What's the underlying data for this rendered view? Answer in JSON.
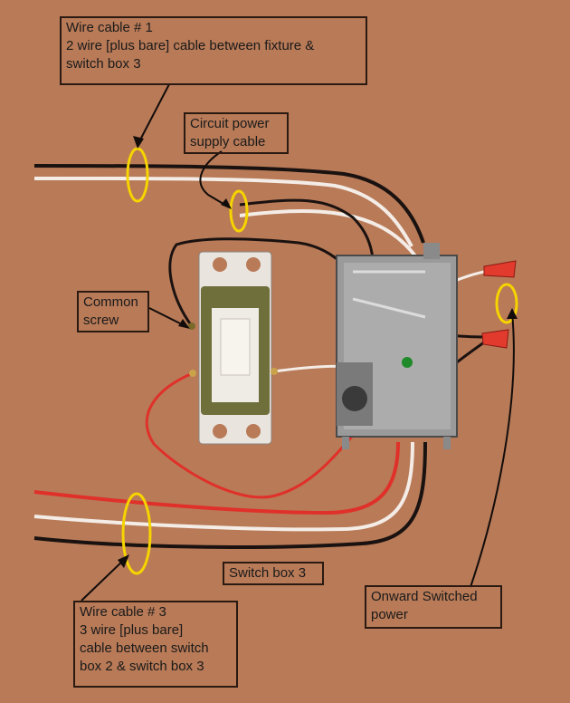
{
  "labels": {
    "wire_cable_1": {
      "line1": "Wire cable # 1",
      "line2": "2 wire [plus bare] cable between fixture &",
      "line3": "switch box 3"
    },
    "circuit_power": {
      "line1": "Circuit power",
      "line2": "supply cable"
    },
    "common_screw": {
      "line1": "Common",
      "line2": "screw"
    },
    "switch_box_3": "Switch box 3",
    "onward_switched": {
      "line1": "Onward Switched",
      "line2": "power"
    },
    "wire_cable_3": {
      "line1": "Wire cable # 3",
      "line2": "3 wire [plus bare]",
      "line3": "cable between switch",
      "line4": "box 2 & switch box 3"
    }
  },
  "colors": {
    "background": "#b87a57",
    "black_wire": "#1a1210",
    "white_wire": "#f4ece6",
    "red_wire": "#e0302a",
    "marker": "#f5d400",
    "switch_body": "#6f6f3c",
    "wire_nut": "#e23a2c"
  }
}
